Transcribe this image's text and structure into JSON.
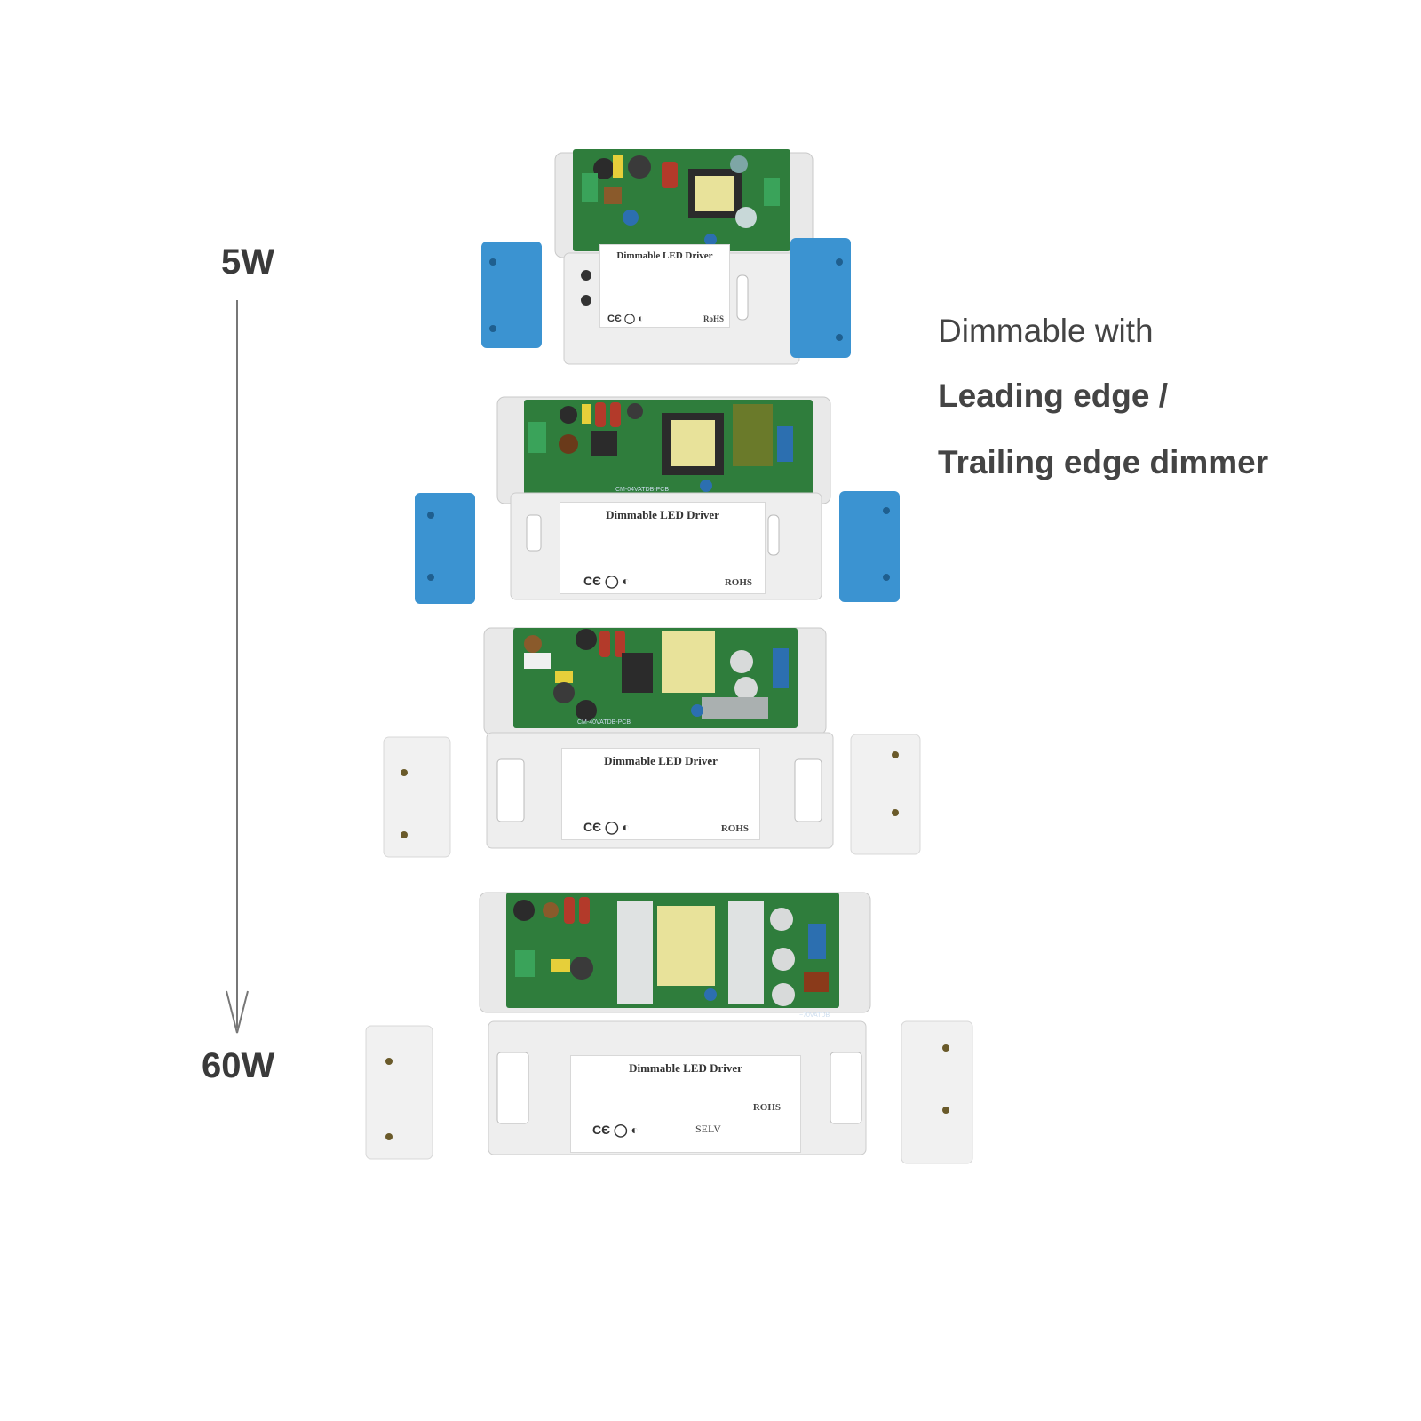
{
  "range": {
    "top_label": "5W",
    "bottom_label": "60W"
  },
  "caption": {
    "line1": "Dimmable with",
    "line2": "Leading edge /",
    "line3": "Trailing edge dimmer"
  },
  "colors": {
    "pcb_green": "#2f7d3c",
    "housing_white": "#eeeeee",
    "end_cap_blue": "#3b93d1",
    "end_cap_white": "#f1f1f1",
    "transformer_yellow": "#e8e29a",
    "text_gray": "#444444"
  },
  "products": [
    {
      "label_title": "Dimmable LED Driver",
      "rohs": "RoHS",
      "pcb_marking": "",
      "cap_color": "blue"
    },
    {
      "label_title": "Dimmable LED Driver",
      "rohs": "ROHS",
      "pcb_marking": "CM-04VATDB-PCB",
      "cap_color": "blue"
    },
    {
      "label_title": "Dimmable LED Driver",
      "rohs": "ROHS",
      "pcb_marking": "CM-40VATDB-PCB",
      "cap_color": "white"
    },
    {
      "label_title": "Dimmable LED Driver",
      "rohs": "ROHS",
      "pcb_marking": "~70VATDB",
      "selv": "SELV",
      "cap_color": "white"
    }
  ]
}
